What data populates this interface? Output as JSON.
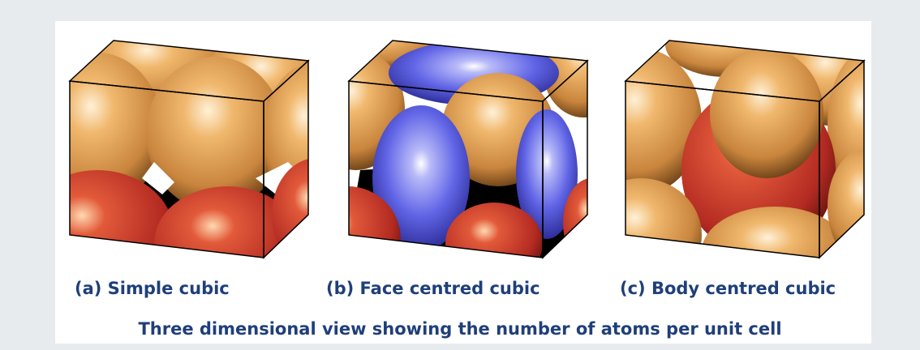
{
  "labels": {
    "simple": "(a) Simple cubic",
    "fcc": "(b) Face centred cubic",
    "bcc": "(c) Body centred cubic"
  },
  "caption": "Three dimensional view showing the number of atoms per unit cell",
  "colors": {
    "corner_atom_top": "#e6a85f",
    "corner_atom_bottom": "#c8322a",
    "face_atom": "#5a5ee0",
    "body_atom": "#d03a2e",
    "text": "#1f3f7a"
  }
}
